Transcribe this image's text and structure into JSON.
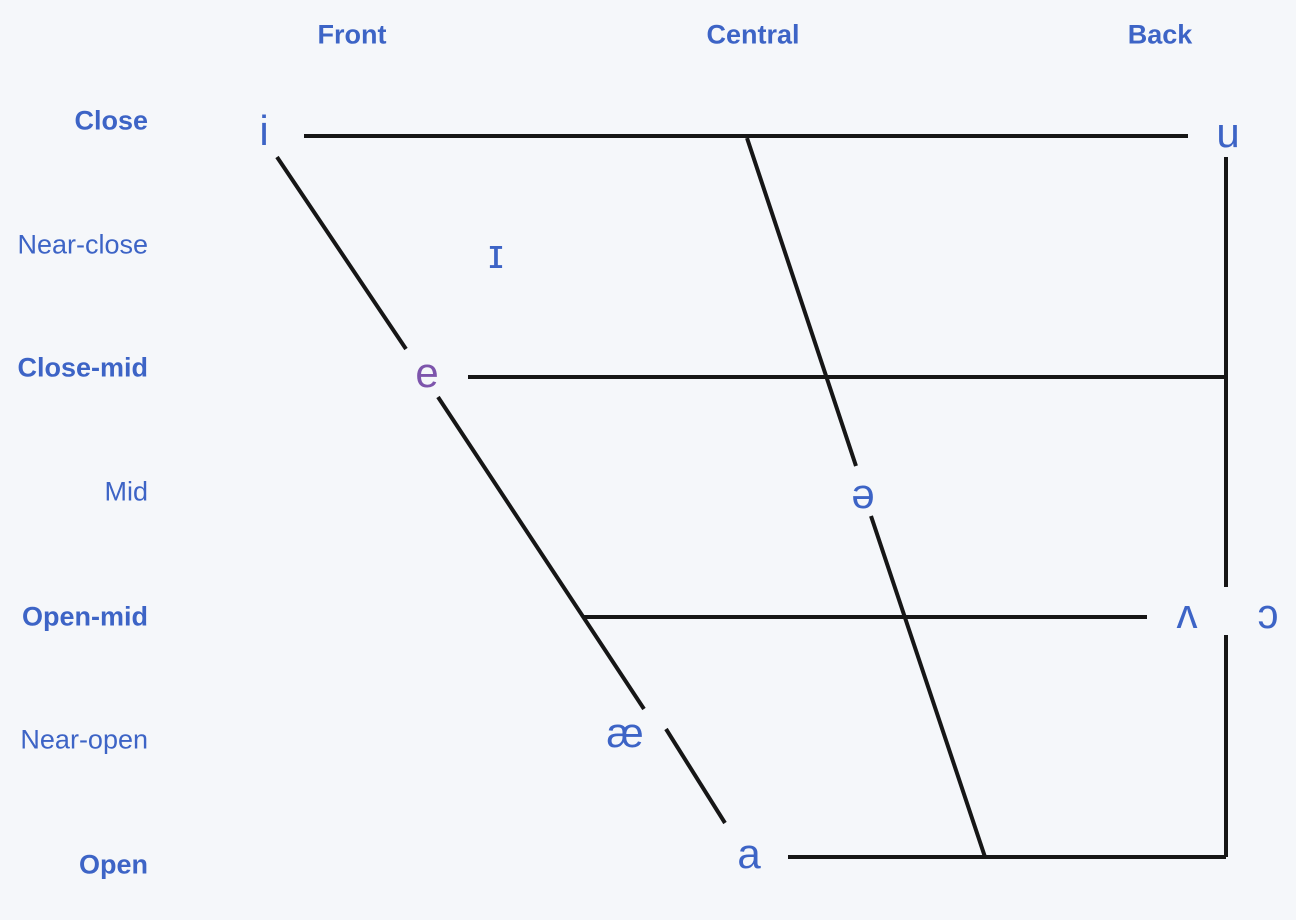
{
  "diagram": {
    "type": "ipa-vowel-chart",
    "column_headers": [
      {
        "label": "Front"
      },
      {
        "label": "Central"
      },
      {
        "label": "Back"
      }
    ],
    "row_labels": [
      {
        "label": "Close",
        "emphasis": "bold"
      },
      {
        "label": "Near-close",
        "emphasis": "regular"
      },
      {
        "label": "Close-mid",
        "emphasis": "bold"
      },
      {
        "label": "Mid",
        "emphasis": "regular"
      },
      {
        "label": "Open-mid",
        "emphasis": "bold"
      },
      {
        "label": "Near-open",
        "emphasis": "regular"
      },
      {
        "label": "Open",
        "emphasis": "bold"
      }
    ],
    "vowels": [
      {
        "symbol": "i",
        "row": "Close",
        "column": "Front",
        "highlighted": false
      },
      {
        "symbol": "u",
        "row": "Close",
        "column": "Back",
        "highlighted": false
      },
      {
        "symbol": "ɪ",
        "row": "Near-close",
        "column": "Front",
        "highlighted": false
      },
      {
        "symbol": "e",
        "row": "Close-mid",
        "column": "Front",
        "highlighted": true
      },
      {
        "symbol": "ə",
        "row": "Mid",
        "column": "Central",
        "highlighted": false
      },
      {
        "symbol": "ʌ",
        "row": "Open-mid",
        "column": "Back",
        "highlighted": false
      },
      {
        "symbol": "ɔ",
        "row": "Open-mid",
        "column": "Back",
        "highlighted": false
      },
      {
        "symbol": "æ",
        "row": "Near-open",
        "column": "Front",
        "highlighted": false
      },
      {
        "symbol": "a",
        "row": "Open",
        "column": "Front",
        "highlighted": false
      }
    ],
    "colors": {
      "background": "#f5f7fa",
      "label_blue": "#3d64c6",
      "vowel_blue": "#3d64c6",
      "highlight_purple": "#7d55ac",
      "line_black": "#161616"
    }
  }
}
